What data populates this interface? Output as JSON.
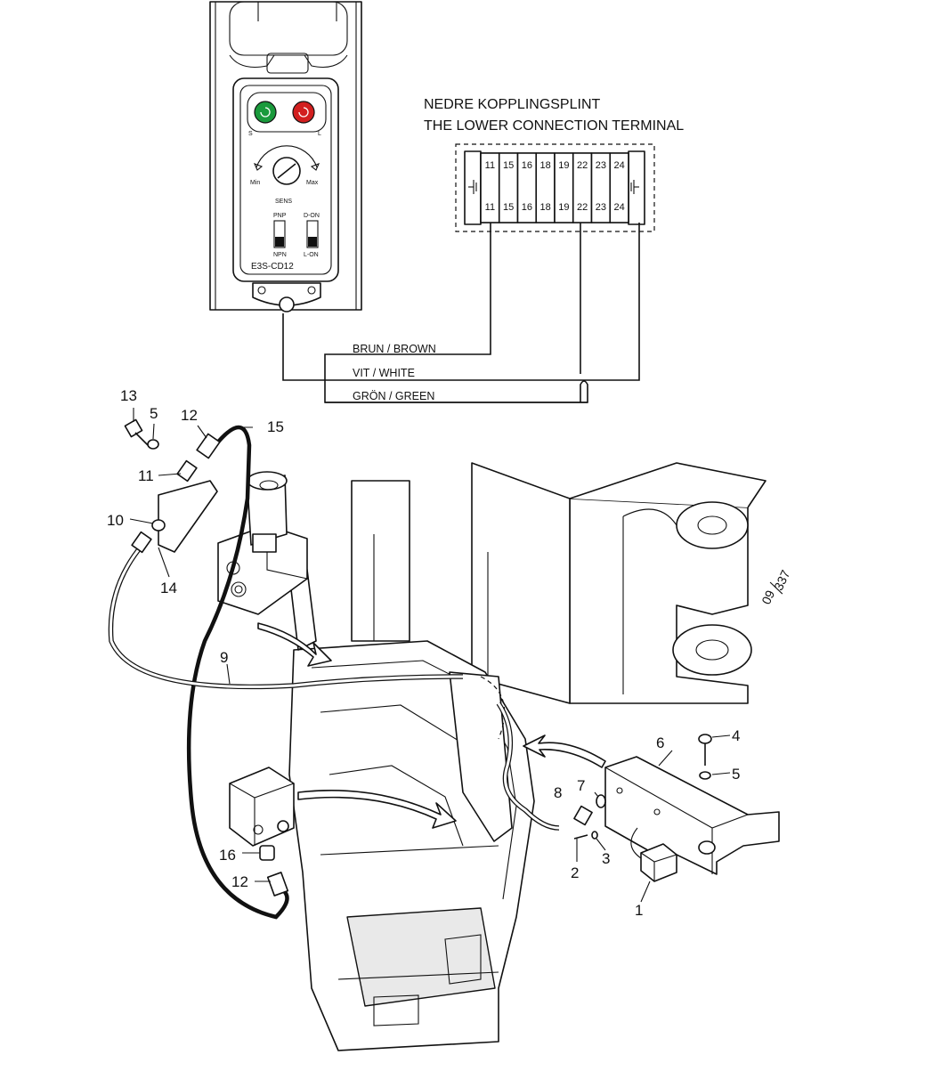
{
  "sensor": {
    "label_s": "S",
    "label_l": "L",
    "label_min": "Min",
    "label_max": "Max",
    "label_sens": "SENS",
    "label_pnp": "PNP",
    "label_npn": "NPN",
    "label_don": "D-ON",
    "label_lon": "L-ON",
    "model": "E3S-CD12",
    "led_left_color": "#1a9a3c",
    "led_right_color": "#d21f1f"
  },
  "terminal": {
    "title_sv": "NEDRE KOPPLINGSPLINT",
    "title_en": "THE LOWER CONNECTION TERMINAL",
    "numbers": [
      "11",
      "15",
      "16",
      "18",
      "19",
      "22",
      "23",
      "24"
    ]
  },
  "wires": {
    "brown": "BRUN / BROWN",
    "white": "VIT / WHITE",
    "green": "GRÖN / GREEN"
  },
  "reference": {
    "code_top": "09",
    "code_bottom": "337"
  },
  "callouts": {
    "c13": "13",
    "c5a": "5",
    "c12a": "12",
    "c15": "15",
    "c11": "11",
    "c10": "10",
    "c14": "14",
    "c9": "9",
    "c16": "16",
    "c12b": "12",
    "c6": "6",
    "c4": "4",
    "c5b": "5",
    "c8": "8",
    "c7": "7",
    "c2": "2",
    "c3": "3",
    "c1": "1"
  }
}
